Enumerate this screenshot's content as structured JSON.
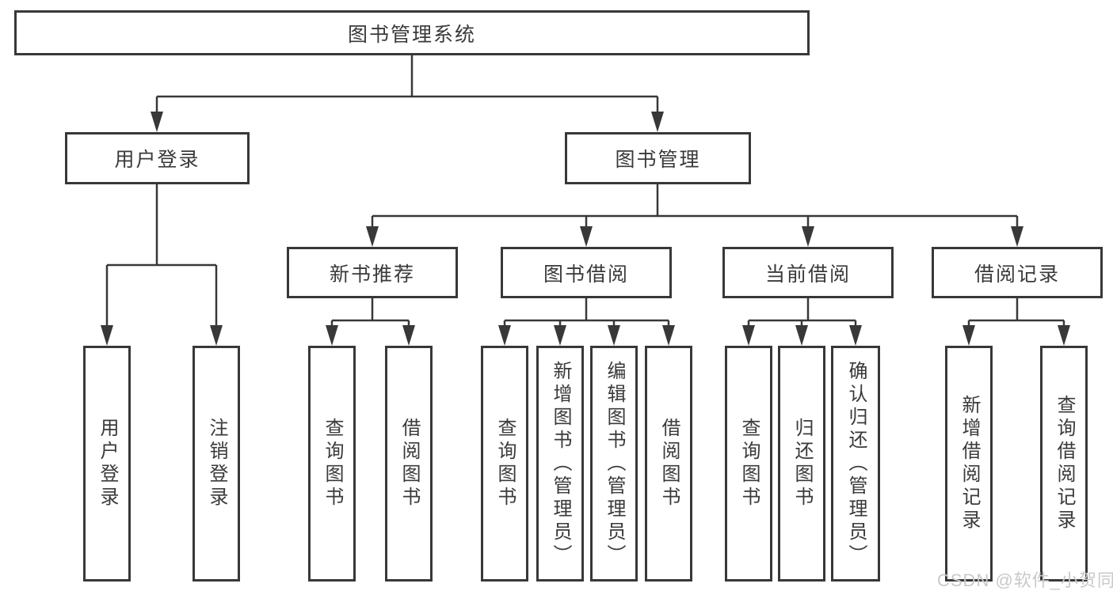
{
  "root": {
    "label": "图书管理系统"
  },
  "level2": [
    {
      "label": "用户登录"
    },
    {
      "label": "图书管理"
    }
  ],
  "level3": [
    {
      "label": "新书推荐"
    },
    {
      "label": "图书借阅"
    },
    {
      "label": "当前借阅"
    },
    {
      "label": "借阅记录"
    }
  ],
  "leaves": {
    "user_login": [
      {
        "label": "用户登录"
      },
      {
        "label": "注销登录"
      }
    ],
    "new_book": [
      {
        "label": "查询图书"
      },
      {
        "label": "借阅图书"
      }
    ],
    "book_borrow": [
      {
        "label": "查询图书"
      },
      {
        "label": "新增图书（管理员）"
      },
      {
        "label": "编辑图书（管理员）"
      },
      {
        "label": "借阅图书"
      }
    ],
    "current_borrow": [
      {
        "label": "查询图书"
      },
      {
        "label": "归还图书"
      },
      {
        "label": "确认归还（管理员）"
      }
    ],
    "borrow_record": [
      {
        "label": "新增借阅记录"
      },
      {
        "label": "查询借阅记录"
      }
    ]
  },
  "watermark": {
    "text": "CSDN @软件_小贺同学"
  },
  "colors": {
    "line": "#383838",
    "text": "#3a3a3a",
    "watermark": "#c9c9c9",
    "background": "#ffffff"
  }
}
